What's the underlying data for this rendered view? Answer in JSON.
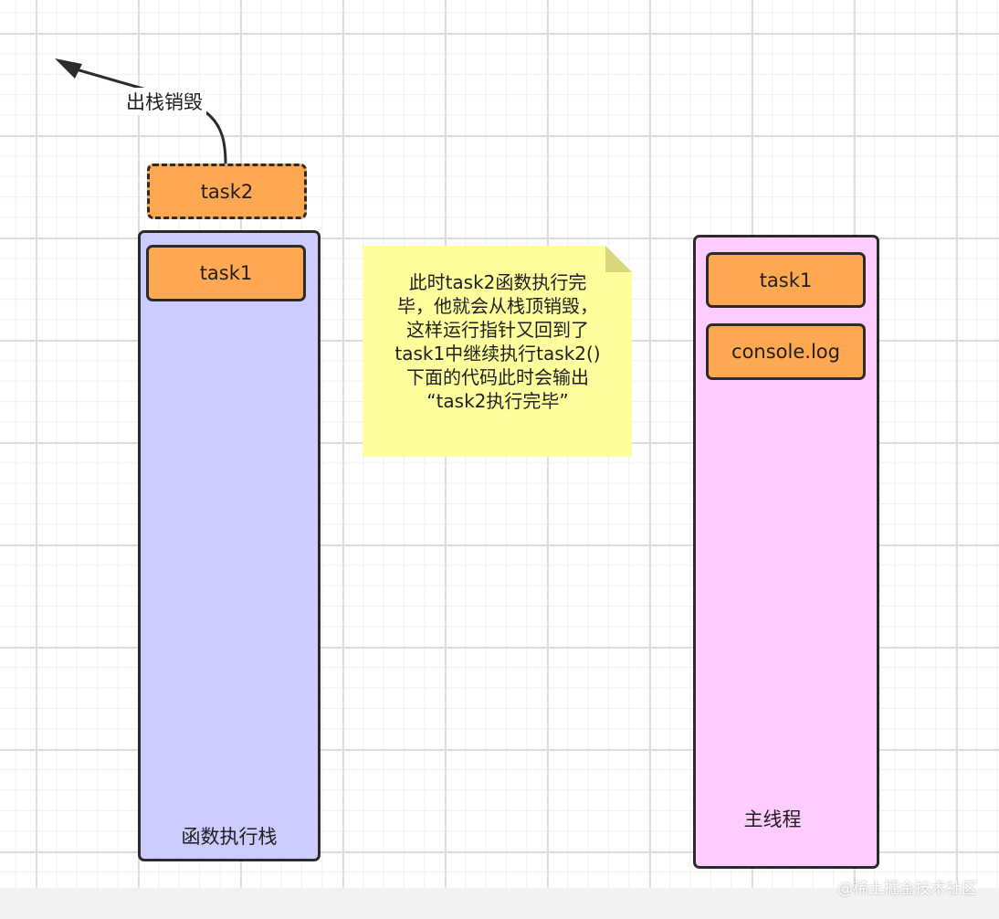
{
  "pop_label": "出栈销毁",
  "popped_frame": "task2",
  "call_stack": {
    "frames": [
      "task1"
    ],
    "label": "函数执行栈"
  },
  "main_thread": {
    "frames": [
      "task1",
      "console.log"
    ],
    "label": "主线程"
  },
  "note": {
    "lines": [
      "此时task2函数执行完",
      "毕，他就会从栈顶销毁，",
      "这样运行指针又回到了",
      "task1中继续执行task2()",
      "下面的代码此时会输出",
      "“task2执行完毕”"
    ]
  },
  "watermark": "@稀土掘金技术社区",
  "colors": {
    "call_stack_fill": "#ccccff",
    "main_thread_fill": "#ffccff",
    "frame_fill": "#ffa852",
    "note_fill": "#ffff9e"
  }
}
